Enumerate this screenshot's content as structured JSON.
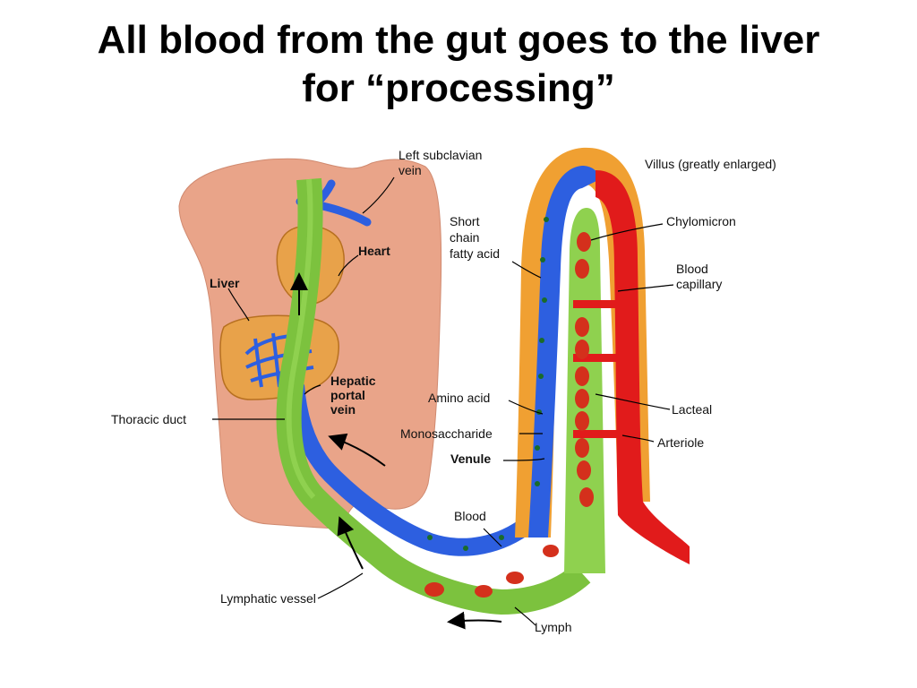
{
  "title": {
    "line1": "All blood from the gut goes to the liver",
    "line2": "for “processing”"
  },
  "labels": {
    "left_subclavian_l1": "Left subclavian",
    "left_subclavian_l2": "vein",
    "heart": "Heart",
    "liver": "Liver",
    "hepatic_l1": "Hepatic",
    "hepatic_l2": "portal",
    "hepatic_l3": "vein",
    "thoracic_duct": "Thoracic duct",
    "lymphatic_vessel": "Lymphatic vessel",
    "short_chain_l1": "Short",
    "short_chain_l2": "chain",
    "short_chain_l3": "fatty acid",
    "villus": "Villus (greatly enlarged)",
    "chylomicron": "Chylomicron",
    "blood_capillary_l1": "Blood",
    "blood_capillary_l2": "capillary",
    "amino_acid": "Amino acid",
    "monosaccharide": "Monosaccharide",
    "venule": "Venule",
    "lacteal": "Lacteal",
    "arteriole": "Arteriole",
    "blood": "Blood",
    "lymph": "Lymph"
  },
  "colors": {
    "body_skin": "#e9a489",
    "liver": "#e8a24a",
    "vein_blue": "#2d5fe0",
    "lymph_green": "#8fd14f",
    "artery_red": "#e11b1b",
    "villus_orange": "#f0a032"
  }
}
